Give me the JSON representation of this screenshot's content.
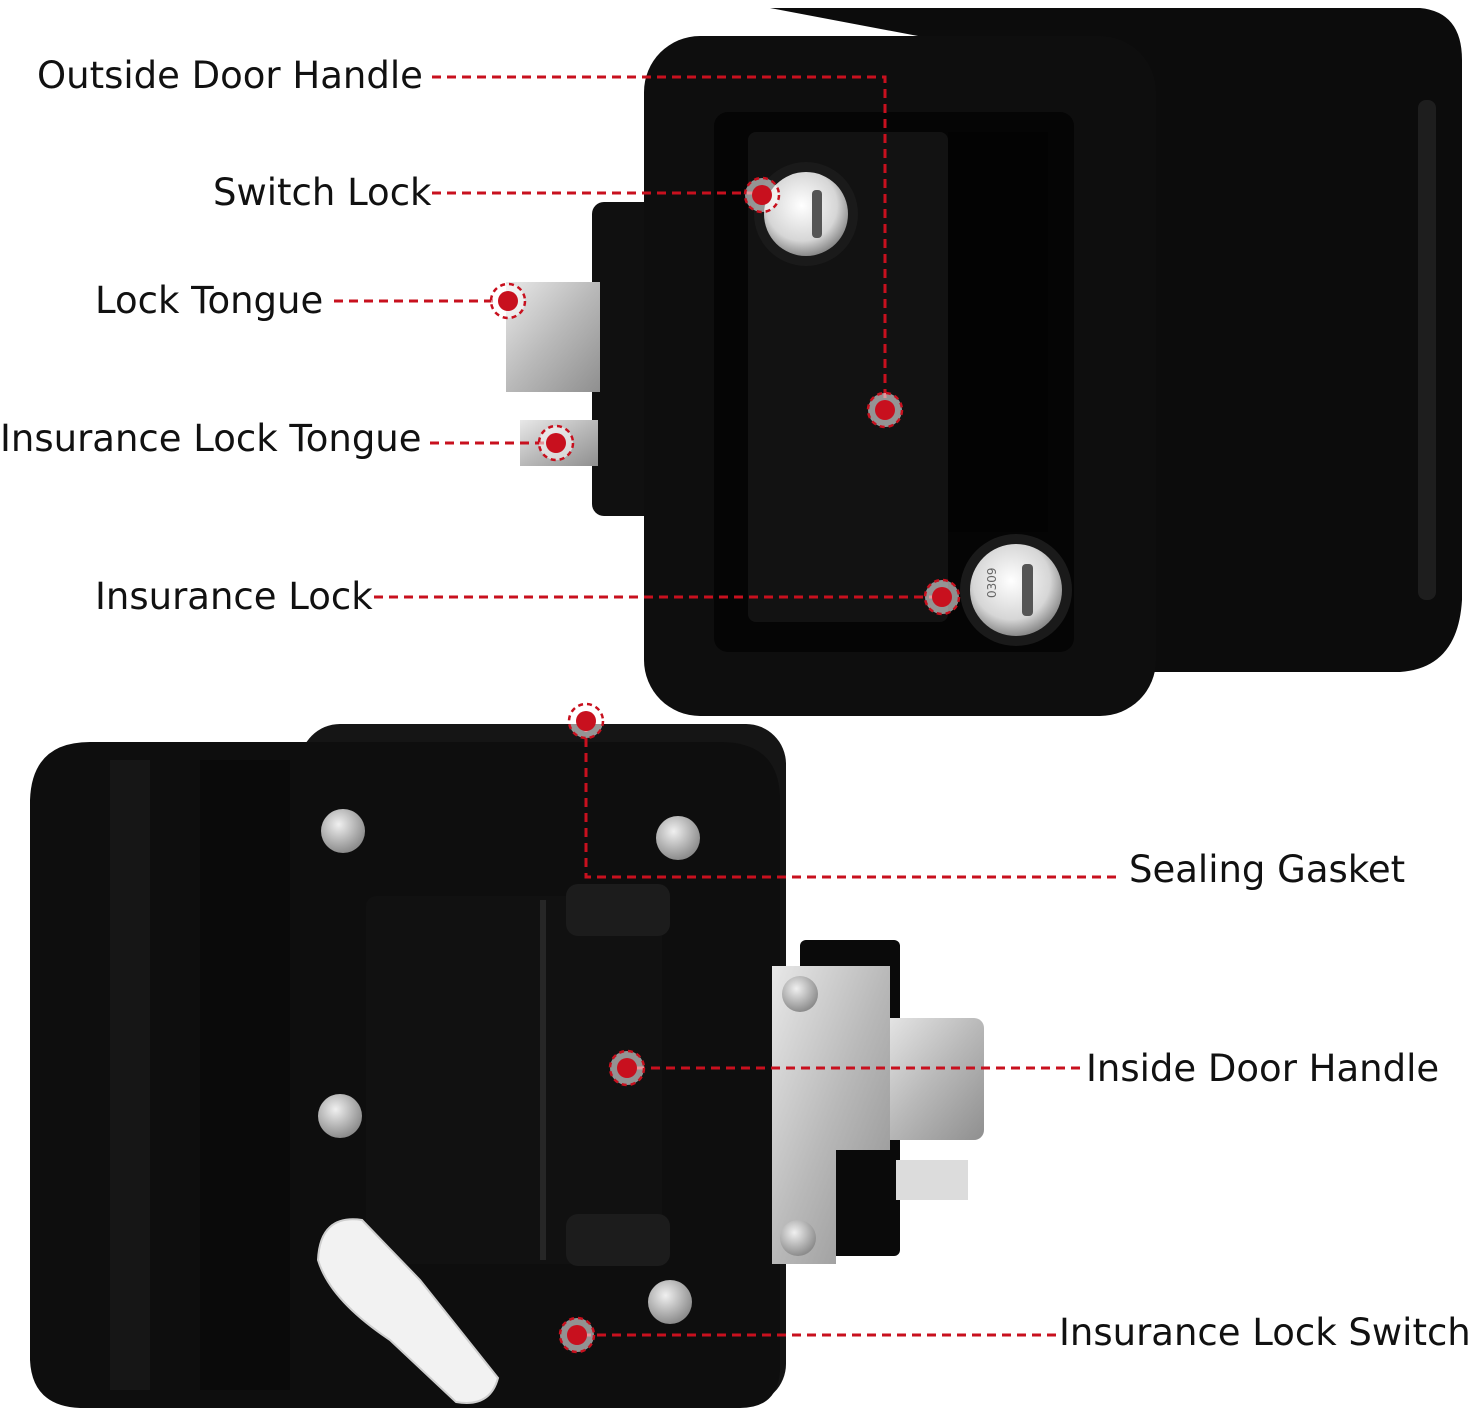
{
  "colors": {
    "background": "#ffffff",
    "lock_body": "#0d0d0d",
    "lock_highlight": "#2a2a2a",
    "metal": "#c8c8c8",
    "callout_red": "#c8101e",
    "label_text": "#111111"
  },
  "top_view": {
    "labels": {
      "outside_door_handle": "Outside Door Handle",
      "switch_lock": "Switch Lock",
      "lock_tongue": "Lock Tongue",
      "insurance_lock_tongue": "Insurance Lock Tongue",
      "insurance_lock": "Insurance Lock"
    },
    "key_code": "0309"
  },
  "bottom_view": {
    "labels": {
      "sealing_gasket": "Sealing Gasket",
      "inside_door_handle": "Inside Door Handle",
      "insurance_lock_switch": "Insurance Lock Switch"
    }
  }
}
